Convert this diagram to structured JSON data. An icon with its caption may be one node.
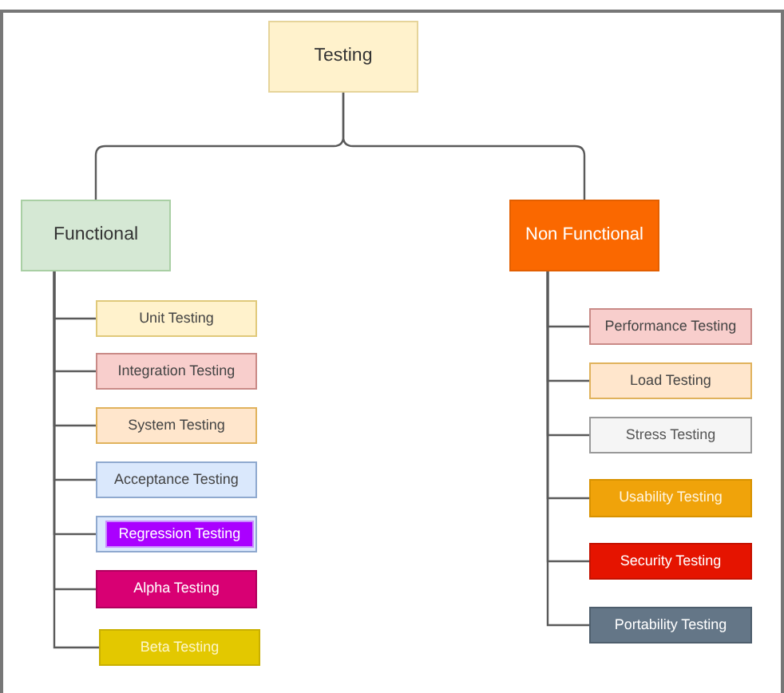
{
  "diagram": {
    "nodes": [
      {
        "text": [
          "Testing"
        ]
      },
      {
        "text": [
          "Functional"
        ]
      },
      {
        "text": [
          "Unit Testing"
        ]
      },
      {
        "text": [
          "Integration Testing"
        ]
      },
      {
        "text": [
          "System Testing"
        ]
      },
      {
        "text": [
          "Acceptance Testing"
        ]
      },
      {
        "text": [],
        "shape": "box"
      },
      {
        "text": [
          "Regression Testing"
        ],
        "in": 6
      },
      {
        "text": [
          "Alpha Testing"
        ]
      },
      {
        "text": [
          "Beta Testing"
        ]
      },
      {
        "text": [
          "Non Functional"
        ]
      },
      {
        "text": [
          "Performance Testing"
        ]
      },
      {
        "text": [
          "Load Testing"
        ]
      },
      {
        "text": [
          "Stress Testing"
        ]
      },
      {
        "text": [
          "Usability Testing"
        ]
      },
      {
        "text": [
          "Security Testing"
        ]
      },
      {
        "text": [
          "Portability Testing"
        ]
      }
    ],
    "edges": [
      {
        "from": 0,
        "to": 1,
        "arrow": "none"
      },
      {
        "from": 0,
        "to": 10,
        "arrow": "none"
      },
      {
        "from": 1,
        "to": 2,
        "arrow": "none"
      },
      {
        "from": 1,
        "to": 3,
        "arrow": "none"
      },
      {
        "from": 1,
        "to": 4,
        "arrow": "none"
      },
      {
        "from": 1,
        "to": 5,
        "arrow": "none"
      },
      {
        "from": 1,
        "to": 6,
        "arrow": "none"
      },
      {
        "from": 1,
        "to": 8,
        "arrow": "none"
      },
      {
        "from": 1,
        "to": 9,
        "arrow": "none"
      },
      {
        "from": 10,
        "to": 11,
        "arrow": "none"
      },
      {
        "from": 10,
        "to": 12,
        "arrow": "none"
      },
      {
        "from": 10,
        "to": 13,
        "arrow": "none"
      },
      {
        "from": 10,
        "to": 14,
        "arrow": "none"
      },
      {
        "from": 10,
        "to": 15,
        "arrow": "none"
      },
      {
        "from": 10,
        "to": 16,
        "arrow": "none"
      }
    ]
  }
}
